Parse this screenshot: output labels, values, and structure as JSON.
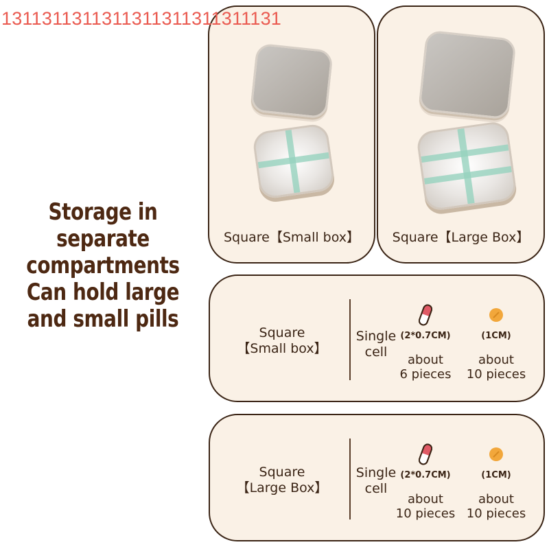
{
  "watermark": "1311311311311311311311311131",
  "headline": [
    "Storage in",
    "separate",
    "compartments",
    "Can hold large",
    "and small pills"
  ],
  "product_cards": [
    {
      "label": "Square【Small box】",
      "compartments": 4
    },
    {
      "label": "Square【Large Box】",
      "compartments": 6
    }
  ],
  "capacity_rows": [
    {
      "name_line1": "Square",
      "name_line2": "【Small box】",
      "unit_line1": "Single",
      "unit_line2": "cell",
      "items": [
        {
          "icon": "capsule-icon",
          "size": "(2*0.7CM)",
          "qty_line1": "about",
          "qty_line2": "6 pieces"
        },
        {
          "icon": "tablet-icon",
          "size": "(1CM)",
          "qty_line1": "about",
          "qty_line2": "10 pieces"
        }
      ]
    },
    {
      "name_line1": "Square",
      "name_line2": "【Large Box】",
      "unit_line1": "Single",
      "unit_line2": "cell",
      "items": [
        {
          "icon": "capsule-icon",
          "size": "(2*0.7CM)",
          "qty_line1": "about",
          "qty_line2": "10 pieces"
        },
        {
          "icon": "tablet-icon",
          "size": "(1CM)",
          "qty_line1": "about",
          "qty_line2": "10 pieces"
        }
      ]
    }
  ],
  "colors": {
    "card_bg": "#faf1e6",
    "card_border": "#3a2415",
    "headline": "#4d2812",
    "watermark": "#ea5a50",
    "capsule_red": "#e05a66",
    "tablet_orange": "#f2a73b",
    "divider_green": "#96d2be"
  }
}
